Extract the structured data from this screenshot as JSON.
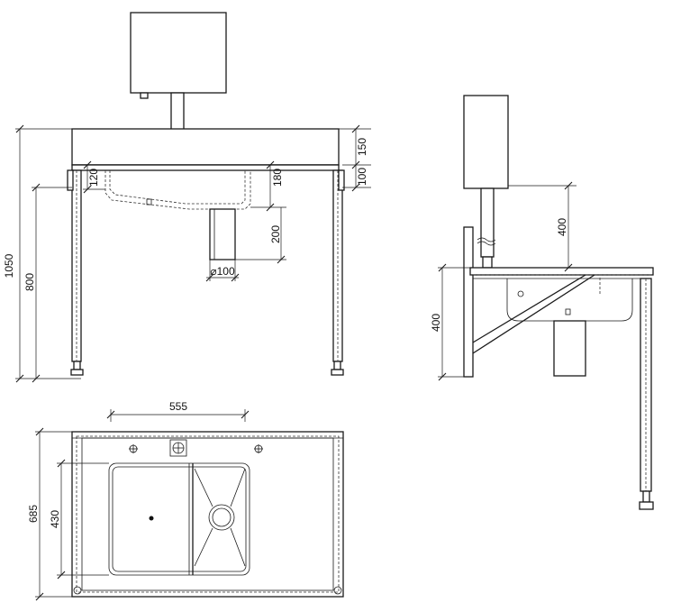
{
  "dimensions": {
    "front_total_height": "1050",
    "front_leg_height": "800",
    "front_backsplash": "150",
    "front_worktop": "100",
    "front_bowl_offset": "120",
    "front_bowl_depth": "180",
    "front_drain_length": "200",
    "front_drain_diameter": "⌀100",
    "side_cistern_gap": "400",
    "side_bracket_height": "400",
    "plan_bowl_width": "555",
    "plan_total_depth": "685",
    "plan_bowl_depth": "430"
  }
}
